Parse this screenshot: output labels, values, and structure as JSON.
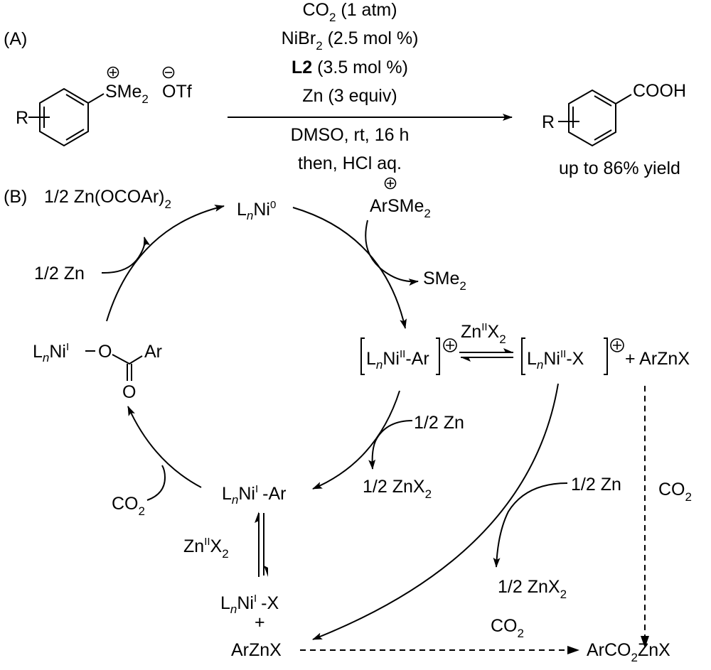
{
  "panel_a": {
    "label": "(A)",
    "reactant": {
      "substituent": "R",
      "sulfonium": "SMe",
      "sulfonium_sub": "2",
      "counterion": "OTf",
      "cation_charge": "+",
      "anion_charge": "−"
    },
    "conditions_above": [
      {
        "main": "CO",
        "sub": "2",
        "rest": " (1 atm)"
      },
      {
        "main": "NiBr",
        "sub": "2",
        "rest": " (2.5 mol %)"
      },
      {
        "bold": "L2",
        "rest": " (3.5 mol %)"
      },
      {
        "main": "Zn (3 equiv)"
      }
    ],
    "conditions_below": [
      "DMSO, rt, 16 h",
      "then, HCl aq."
    ],
    "product": {
      "substituent": "R",
      "group": "COOH",
      "yield": "up to 86% yield"
    }
  },
  "panel_b": {
    "label": "(B)",
    "species": {
      "ni0": {
        "L": "L",
        "n": "n",
        "Ni": "Ni",
        "ox": "0"
      },
      "ar_sulfonium": {
        "text": "ArSMe",
        "sub": "2",
        "charge": "+"
      },
      "sme2": {
        "text": "SMe",
        "sub": "2"
      },
      "ni2_ar": {
        "L": "L",
        "n": "n",
        "Ni": "Ni",
        "ox": "II",
        "rest": "-Ar",
        "charge": "+"
      },
      "ni2_x": {
        "L": "L",
        "n": "n",
        "Ni": "Ni",
        "ox": "II",
        "rest": "-X",
        "charge": "+"
      },
      "plus_arznx": "+ ArZnX",
      "znx2_equil_top": {
        "text": "Zn",
        "ox": "II",
        "tail": "X",
        "sub": "2"
      },
      "ni1_ar": {
        "L": "L",
        "n": "n",
        "Ni": "Ni",
        "ox": "I",
        "rest": "-Ar"
      },
      "ni1_carboxylate": {
        "L": "L",
        "n": "n",
        "Ni": "Ni",
        "ox": "I",
        "O": "O",
        "Ar": "Ar",
        "carbonyl_O": "O"
      },
      "zn_ocoar": {
        "text": "1/2 Zn(OCOAr)",
        "sub": "2"
      },
      "half_zn_left": "1/2 Zn",
      "co2_left": {
        "text": "CO",
        "sub": "2"
      },
      "half_zn_mid": "1/2 Zn",
      "half_znx2_mid": {
        "text": "1/2 ZnX",
        "sub": "2"
      },
      "half_zn_right": "1/2 Zn",
      "half_znx2_right": {
        "text": "1/2 ZnX",
        "sub": "2"
      },
      "co2_right": {
        "text": "CO",
        "sub": "2"
      },
      "znx2_equil_left": {
        "text": "Zn",
        "ox": "II",
        "tail": "X",
        "sub": "2"
      },
      "ni1_x": {
        "L": "L",
        "n": "n",
        "Ni": "Ni",
        "ox": "I",
        "rest": "-X"
      },
      "plus": "+",
      "arznx": "ArZnX",
      "co2_bottom": {
        "text": "CO",
        "sub": "2"
      },
      "product": {
        "a": "ArCO",
        "sub": "2",
        "b": "ZnX"
      }
    }
  }
}
